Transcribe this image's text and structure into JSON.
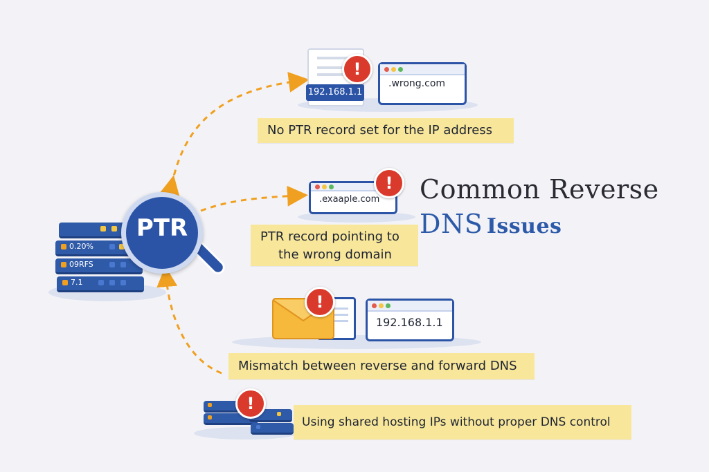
{
  "title": {
    "line1": "Common Reverse",
    "line2_a": "DNS",
    "line2_b": "Issues"
  },
  "hub": {
    "label": "PTR"
  },
  "server_labels": [
    "0.20%",
    "09RFS",
    "7.1"
  ],
  "issues": [
    {
      "text": "No PTR record set for the IP address",
      "ip": "192.168.1.1",
      "domain": ".wrong.com"
    },
    {
      "line1": "PTR record pointing to",
      "line2": "the wrong domain",
      "domain": ".exaaple.com"
    },
    {
      "text": "Mismatch between reverse and forward DNS",
      "ip": "192.168.1.1"
    },
    {
      "text": "Using shared hosting IPs without proper DNS control"
    }
  ],
  "alert_glyph": "!",
  "colors": {
    "background": "#f3f3f7",
    "note": "#f8e79a",
    "accent_blue": "#2c54a6",
    "arrow_orange": "#f0a020",
    "alert_red": "#d93a2b",
    "title_dark": "#2a2a33",
    "title_blue": "#2d5aa8"
  }
}
